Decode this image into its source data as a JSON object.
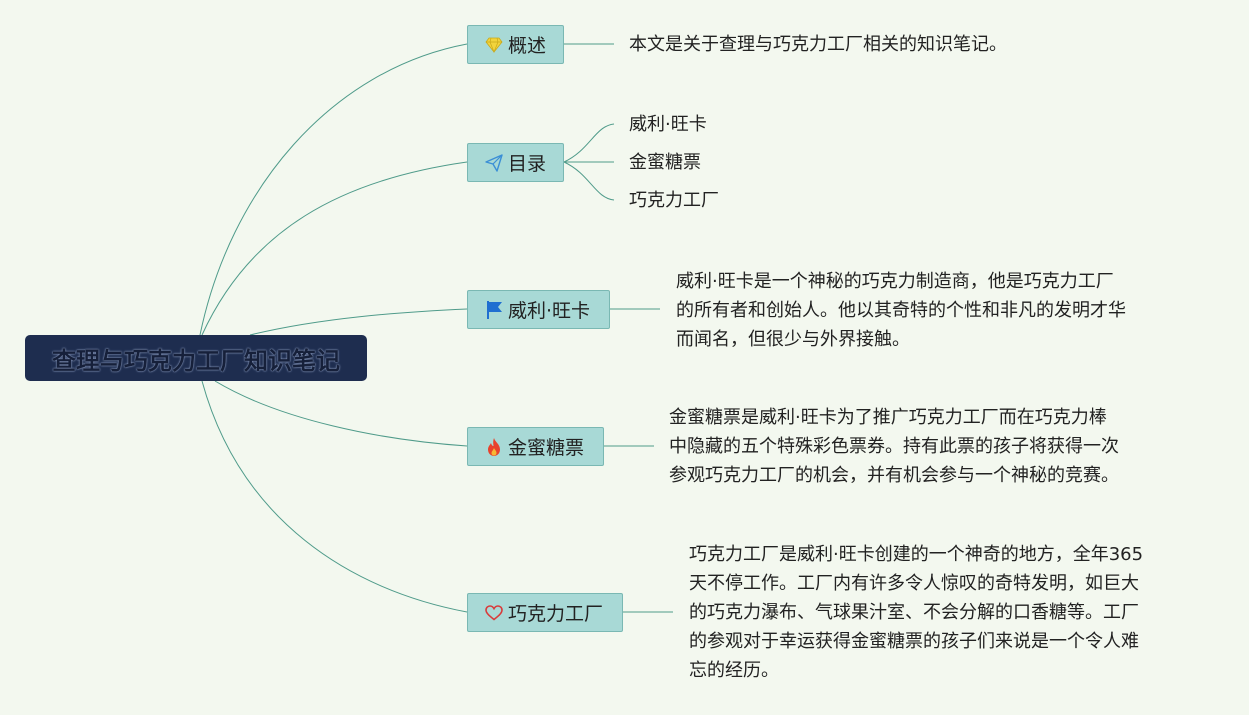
{
  "root": {
    "title": "查理与巧克力工厂知识笔记"
  },
  "branches": [
    {
      "label": "概述",
      "icon": "diamond-icon",
      "icon_color": "#f2d43c",
      "lines": [
        "本文是关于查理与巧克力工厂相关的知识笔记。"
      ]
    },
    {
      "label": "目录",
      "icon": "paper-plane-icon",
      "icon_color": "#3b8fd6",
      "items": [
        "威利·旺卡",
        "金蜜糖票",
        "巧克力工厂"
      ]
    },
    {
      "label": "威利·旺卡",
      "icon": "flag-icon",
      "icon_color": "#1f6fd1",
      "lines": [
        "威利·旺卡是一个神秘的巧克力制造商，他是巧克力工厂",
        "的所有者和创始人。他以其奇特的个性和非凡的发明才华",
        "而闻名，但很少与外界接触。"
      ]
    },
    {
      "label": "金蜜糖票",
      "icon": "fire-icon",
      "icon_color": "#e8422c",
      "lines": [
        "金蜜糖票是威利·旺卡为了推广巧克力工厂而在巧克力棒",
        "中隐藏的五个特殊彩色票券。持有此票的孩子将获得一次",
        "参观巧克力工厂的机会，并有机会参与一个神秘的竞赛。"
      ]
    },
    {
      "label": "巧克力工厂",
      "icon": "heart-icon",
      "icon_color": "#d93b3b",
      "lines": [
        "巧克力工厂是威利·旺卡创建的一个神奇的地方，全年365",
        "天不停工作。工厂内有许多令人惊叹的奇特发明，如巨大",
        "的巧克力瀑布、气球果汁室、不会分解的口香糖等。工厂",
        "的参观对于幸运获得金蜜糖票的孩子们来说是一个令人难",
        "忘的经历。"
      ]
    }
  ],
  "colors": {
    "background": "#f3f8ef",
    "root_bg": "#1e2d4f",
    "branch_bg": "#a8d9d6",
    "branch_border": "#7ab8b3",
    "line": "#4f9b8a"
  }
}
